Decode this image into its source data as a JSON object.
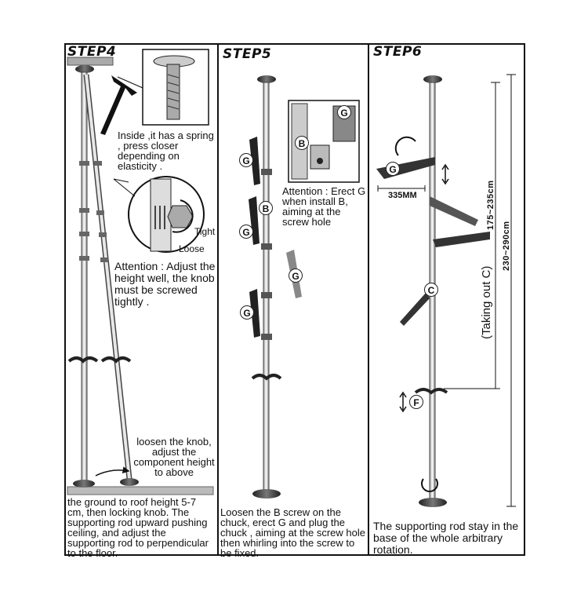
{
  "step4": {
    "title": "STEP4",
    "callout_spring": "Inside ,it has a spring , press closer depending on elasticity .",
    "tight_label": "Tight",
    "loose_label": "Loose",
    "attention": "Attention : Adjust the height well, the knob must be screwed tightly .",
    "loosen_note": "loosen the knob, adjust the component height to above",
    "caption": "the ground to roof height 5-7 cm, then locking knob. The supporting rod upward pushing ceiling, and adjust the supporting rod to perpendicular to the floor."
  },
  "step5": {
    "title": "STEP5",
    "attention": "Attention : Erect G when install B, aiming at the screw hole",
    "caption": "Loosen the B screw on the chuck, erect G and plug the chuck , aiming at the screw hole then whirling into the screw to be fixed."
  },
  "step6": {
    "title": "STEP6",
    "dim_335": "335MM",
    "taking_out": "(Taking out C)",
    "range_175": "175~235cm",
    "range_230": "230~290cm",
    "caption": "The supporting rod stay in the base of the whole arbitrary rotation."
  },
  "badges": {
    "g": "G",
    "b": "B",
    "c": "C",
    "f": "F"
  }
}
